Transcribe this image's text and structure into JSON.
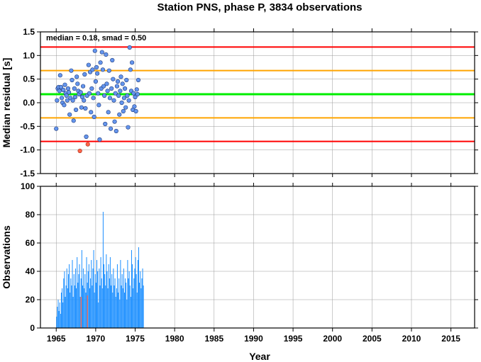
{
  "title": "Station PNS, phase P, 3834 observations",
  "chart_data": [
    {
      "type": "scatter",
      "ylabel": "Median residual [s]",
      "ylim": [
        -1.5,
        1.5
      ],
      "yticks": [
        "1.5",
        "1.0",
        "0.5",
        "0.0",
        "-0.5",
        "-1.0",
        "-1.5"
      ],
      "xlim": [
        1963,
        2018
      ],
      "grid": true,
      "annotation": "median = 0.18, smad = 0.50",
      "reference_lines": [
        {
          "y": 1.18,
          "color": "#ff0000"
        },
        {
          "y": 0.68,
          "color": "#ffa500"
        },
        {
          "y": 0.18,
          "color": "#00ee00"
        },
        {
          "y": -0.32,
          "color": "#ffa500"
        },
        {
          "y": -0.82,
          "color": "#ff0000"
        }
      ],
      "colors": {
        "normal": "#6495ed",
        "outlier": "#ff6347"
      },
      "points": [
        {
          "x": 1965.0,
          "y": -0.55
        },
        {
          "x": 1965.1,
          "y": 0.05
        },
        {
          "x": 1965.2,
          "y": 0.3
        },
        {
          "x": 1965.3,
          "y": 0.33
        },
        {
          "x": 1965.4,
          "y": 0.25
        },
        {
          "x": 1965.5,
          "y": 0.58
        },
        {
          "x": 1965.6,
          "y": 0.33
        },
        {
          "x": 1965.7,
          "y": 0.1
        },
        {
          "x": 1965.8,
          "y": 0.0
        },
        {
          "x": 1965.9,
          "y": 0.27
        },
        {
          "x": 1966.0,
          "y": -0.05
        },
        {
          "x": 1966.1,
          "y": 0.38
        },
        {
          "x": 1966.2,
          "y": 0.2
        },
        {
          "x": 1966.3,
          "y": 0.15
        },
        {
          "x": 1966.4,
          "y": 0.05
        },
        {
          "x": 1966.5,
          "y": 0.3
        },
        {
          "x": 1966.6,
          "y": 0.22
        },
        {
          "x": 1966.7,
          "y": -0.25
        },
        {
          "x": 1966.8,
          "y": 0.1
        },
        {
          "x": 1966.9,
          "y": 0.68
        },
        {
          "x": 1967.0,
          "y": 0.48
        },
        {
          "x": 1967.1,
          "y": 0.05
        },
        {
          "x": 1967.2,
          "y": -0.38
        },
        {
          "x": 1967.3,
          "y": 0.3
        },
        {
          "x": 1967.4,
          "y": 0.12
        },
        {
          "x": 1967.5,
          "y": -0.15
        },
        {
          "x": 1967.6,
          "y": 0.55
        },
        {
          "x": 1967.7,
          "y": 0.4
        },
        {
          "x": 1967.8,
          "y": 0.25
        },
        {
          "x": 1967.9,
          "y": 0.18
        },
        {
          "x": 1968.0,
          "y": -1.02,
          "outlier": true
        },
        {
          "x": 1968.1,
          "y": 0.22
        },
        {
          "x": 1968.2,
          "y": -0.1
        },
        {
          "x": 1968.3,
          "y": 0.12
        },
        {
          "x": 1968.4,
          "y": 0.35
        },
        {
          "x": 1968.5,
          "y": 0.05
        },
        {
          "x": 1968.6,
          "y": 0.6
        },
        {
          "x": 1968.7,
          "y": -0.12
        },
        {
          "x": 1968.8,
          "y": -0.72
        },
        {
          "x": 1968.9,
          "y": 0.15
        },
        {
          "x": 1969.0,
          "y": -0.88,
          "outlier": true
        },
        {
          "x": 1969.1,
          "y": 0.8
        },
        {
          "x": 1969.2,
          "y": 0.2
        },
        {
          "x": 1969.3,
          "y": 0.65
        },
        {
          "x": 1969.4,
          "y": -0.2
        },
        {
          "x": 1969.5,
          "y": 0.3
        },
        {
          "x": 1969.6,
          "y": 0.7
        },
        {
          "x": 1969.7,
          "y": 0.1
        },
        {
          "x": 1969.8,
          "y": -0.3
        },
        {
          "x": 1969.9,
          "y": 1.1
        },
        {
          "x": 1970.0,
          "y": 0.45
        },
        {
          "x": 1970.1,
          "y": 0.75
        },
        {
          "x": 1970.2,
          "y": 0.62
        },
        {
          "x": 1970.3,
          "y": 0.2
        },
        {
          "x": 1970.4,
          "y": -0.05
        },
        {
          "x": 1970.5,
          "y": -0.78
        },
        {
          "x": 1970.6,
          "y": 0.85
        },
        {
          "x": 1970.7,
          "y": 0.3
        },
        {
          "x": 1970.8,
          "y": 1.07
        },
        {
          "x": 1970.9,
          "y": 0.7
        },
        {
          "x": 1971.0,
          "y": 0.35
        },
        {
          "x": 1971.1,
          "y": 0.15
        },
        {
          "x": 1971.2,
          "y": -0.45
        },
        {
          "x": 1971.3,
          "y": 1.02
        },
        {
          "x": 1971.4,
          "y": 0.4
        },
        {
          "x": 1971.5,
          "y": 0.25
        },
        {
          "x": 1971.6,
          "y": -0.2
        },
        {
          "x": 1971.7,
          "y": 0.68
        },
        {
          "x": 1971.8,
          "y": 0.1
        },
        {
          "x": 1971.9,
          "y": -0.55
        },
        {
          "x": 1972.0,
          "y": 0.3
        },
        {
          "x": 1972.1,
          "y": 0.9
        },
        {
          "x": 1972.2,
          "y": 0.5
        },
        {
          "x": 1972.3,
          "y": 0.05
        },
        {
          "x": 1972.4,
          "y": -0.4
        },
        {
          "x": 1972.5,
          "y": 0.2
        },
        {
          "x": 1972.6,
          "y": -0.6
        },
        {
          "x": 1972.7,
          "y": 0.35
        },
        {
          "x": 1972.8,
          "y": 0.45
        },
        {
          "x": 1972.9,
          "y": 0.15
        },
        {
          "x": 1973.0,
          "y": -0.25
        },
        {
          "x": 1973.1,
          "y": 0.25
        },
        {
          "x": 1973.2,
          "y": 0.55
        },
        {
          "x": 1973.3,
          "y": 0.0
        },
        {
          "x": 1973.4,
          "y": 0.4
        },
        {
          "x": 1973.5,
          "y": -0.18
        },
        {
          "x": 1973.6,
          "y": 0.1
        },
        {
          "x": 1973.7,
          "y": 0.3
        },
        {
          "x": 1973.8,
          "y": -0.1
        },
        {
          "x": 1973.9,
          "y": 0.48
        },
        {
          "x": 1974.0,
          "y": 0.15
        },
        {
          "x": 1974.1,
          "y": -0.52
        },
        {
          "x": 1974.2,
          "y": 0.05
        },
        {
          "x": 1974.3,
          "y": 1.17
        },
        {
          "x": 1974.4,
          "y": 0.7
        },
        {
          "x": 1974.5,
          "y": 0.25
        },
        {
          "x": 1974.6,
          "y": 0.85
        },
        {
          "x": 1974.7,
          "y": -0.15
        },
        {
          "x": 1974.8,
          "y": 0.2
        },
        {
          "x": 1974.9,
          "y": -0.08
        },
        {
          "x": 1975.0,
          "y": 0.12
        },
        {
          "x": 1975.1,
          "y": -0.18
        },
        {
          "x": 1975.2,
          "y": 0.28
        },
        {
          "x": 1975.3,
          "y": 0.18
        },
        {
          "x": 1975.4,
          "y": 0.48
        }
      ]
    },
    {
      "type": "bar",
      "ylabel": "Observations",
      "xlabel": "Year",
      "ylim": [
        0,
        100
      ],
      "yticks": [
        "100",
        "80",
        "60",
        "40",
        "20",
        "0"
      ],
      "xlim": [
        1963,
        2018
      ],
      "xticks": [
        "1965",
        "1970",
        "1975",
        "1980",
        "1985",
        "1990",
        "1995",
        "2000",
        "2005",
        "2010",
        "2015"
      ],
      "grid": true,
      "colors": {
        "normal": "#1e90ff",
        "outlier": "#ff6347"
      },
      "bin_width": 0.1,
      "x_start": 1965.0,
      "values": [
        8,
        15,
        20,
        12,
        18,
        10,
        25,
        28,
        18,
        35,
        40,
        22,
        30,
        42,
        28,
        38,
        45,
        25,
        35,
        30,
        48,
        22,
        38,
        30,
        42,
        28,
        50,
        32,
        38,
        45,
        22,
        35,
        55,
        30,
        42,
        28,
        38,
        25,
        50,
        32,
        40,
        45,
        28,
        35,
        48,
        30,
        42,
        55,
        25,
        38,
        32,
        48,
        40,
        18,
        42,
        30,
        50,
        35,
        28,
        82,
        45,
        38,
        30,
        52,
        40,
        28,
        45,
        35,
        50,
        30,
        38,
        25,
        42,
        30,
        35,
        22,
        28,
        45,
        25,
        35,
        20,
        48,
        30,
        38,
        28,
        42,
        25,
        35,
        32,
        20,
        48,
        35,
        40,
        30,
        22,
        55,
        45,
        28,
        35,
        42,
        50,
        38,
        25,
        48,
        57,
        32,
        40,
        28,
        35,
        42,
        30
      ],
      "highlighted": [
        {
          "x": 1968.1,
          "value": 22
        },
        {
          "x": 1968.9,
          "value": 23
        }
      ]
    }
  ]
}
